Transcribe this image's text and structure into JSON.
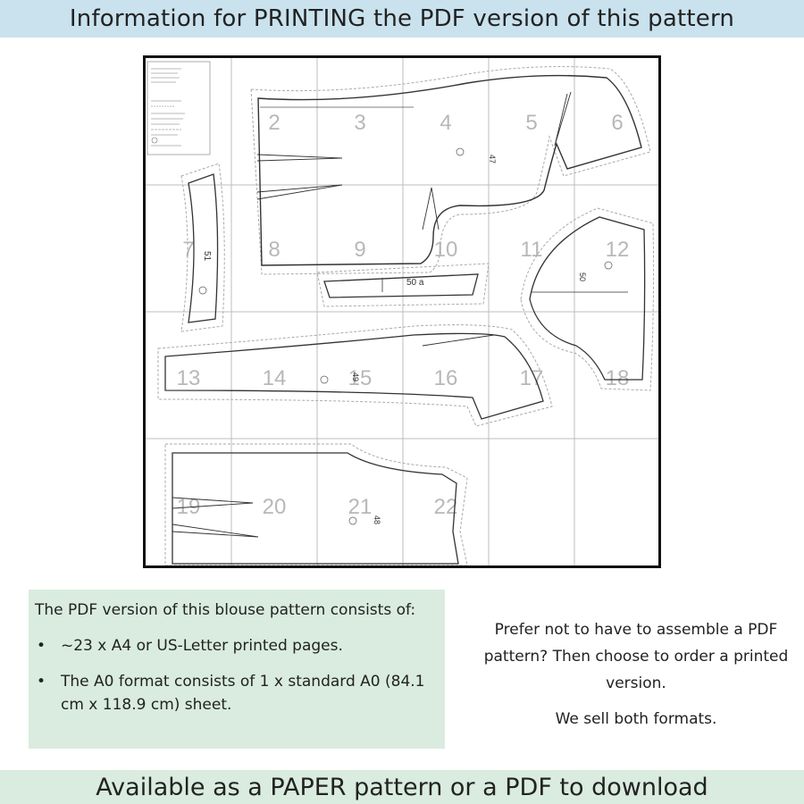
{
  "header": {
    "title": "Information for PRINTING the PDF version of this pattern"
  },
  "pattern_sheet": {
    "page_numbers": [
      "2",
      "3",
      "4",
      "5",
      "6",
      "7",
      "8",
      "9",
      "10",
      "11",
      "12",
      "13",
      "14",
      "15",
      "16",
      "17",
      "18",
      "19",
      "20",
      "21",
      "22"
    ],
    "piece_labels": {
      "collar_stand": "50 a",
      "sleeve": "50",
      "facing": "51",
      "back": "49",
      "front": "47",
      "lower_front": "48"
    }
  },
  "info_left": {
    "intro": "The PDF version of this blouse pattern consists of:",
    "bullet_symbol": "•",
    "items": [
      "~23 x A4 or US-Letter printed pages.",
      "The A0 format consists of 1 x standard A0 (84.1 cm x 118.9 cm) sheet."
    ]
  },
  "info_right": {
    "offer": "Prefer not to have to assemble a PDF pattern? Then choose to  order a printed version.",
    "sell": "We sell both formats."
  },
  "footer": {
    "title": "Available as a PAPER pattern or a PDF to download"
  },
  "colors": {
    "top_banner": "#c9e2ee",
    "info_panel": "#d9ecdf",
    "bottom_banner": "#d9ecdf",
    "grid_line": "#bbbbbb",
    "page_number": "#b8b8b8",
    "pattern_line": "#333333"
  }
}
